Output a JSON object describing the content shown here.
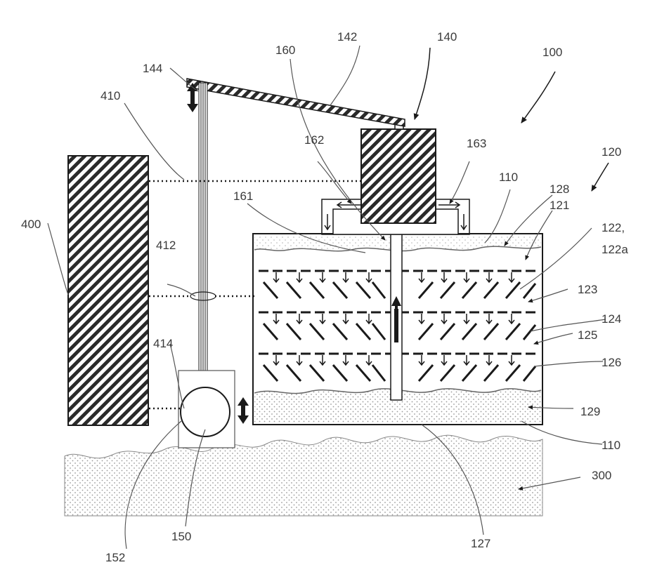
{
  "labels": {
    "l100": "100",
    "l120": "120",
    "l140": "140",
    "l142": "142",
    "l144": "144",
    "l160": "160",
    "l410": "410",
    "l162": "162",
    "l163": "163",
    "l110a": "110",
    "l128": "128",
    "l121": "121",
    "l122": "122,",
    "l122a": "122a",
    "l161": "161",
    "l400": "400",
    "l412": "412",
    "l123": "123",
    "l124": "124",
    "l125": "125",
    "l126": "126",
    "l414": "414",
    "l129": "129",
    "l110b": "110",
    "l300": "300",
    "l127": "127",
    "l150": "150",
    "l152": "152"
  },
  "colors": {
    "ink": "#1a1a1a",
    "hatch": "#2a2a2a",
    "line": "#555555",
    "dots": "#9a9a9a"
  }
}
